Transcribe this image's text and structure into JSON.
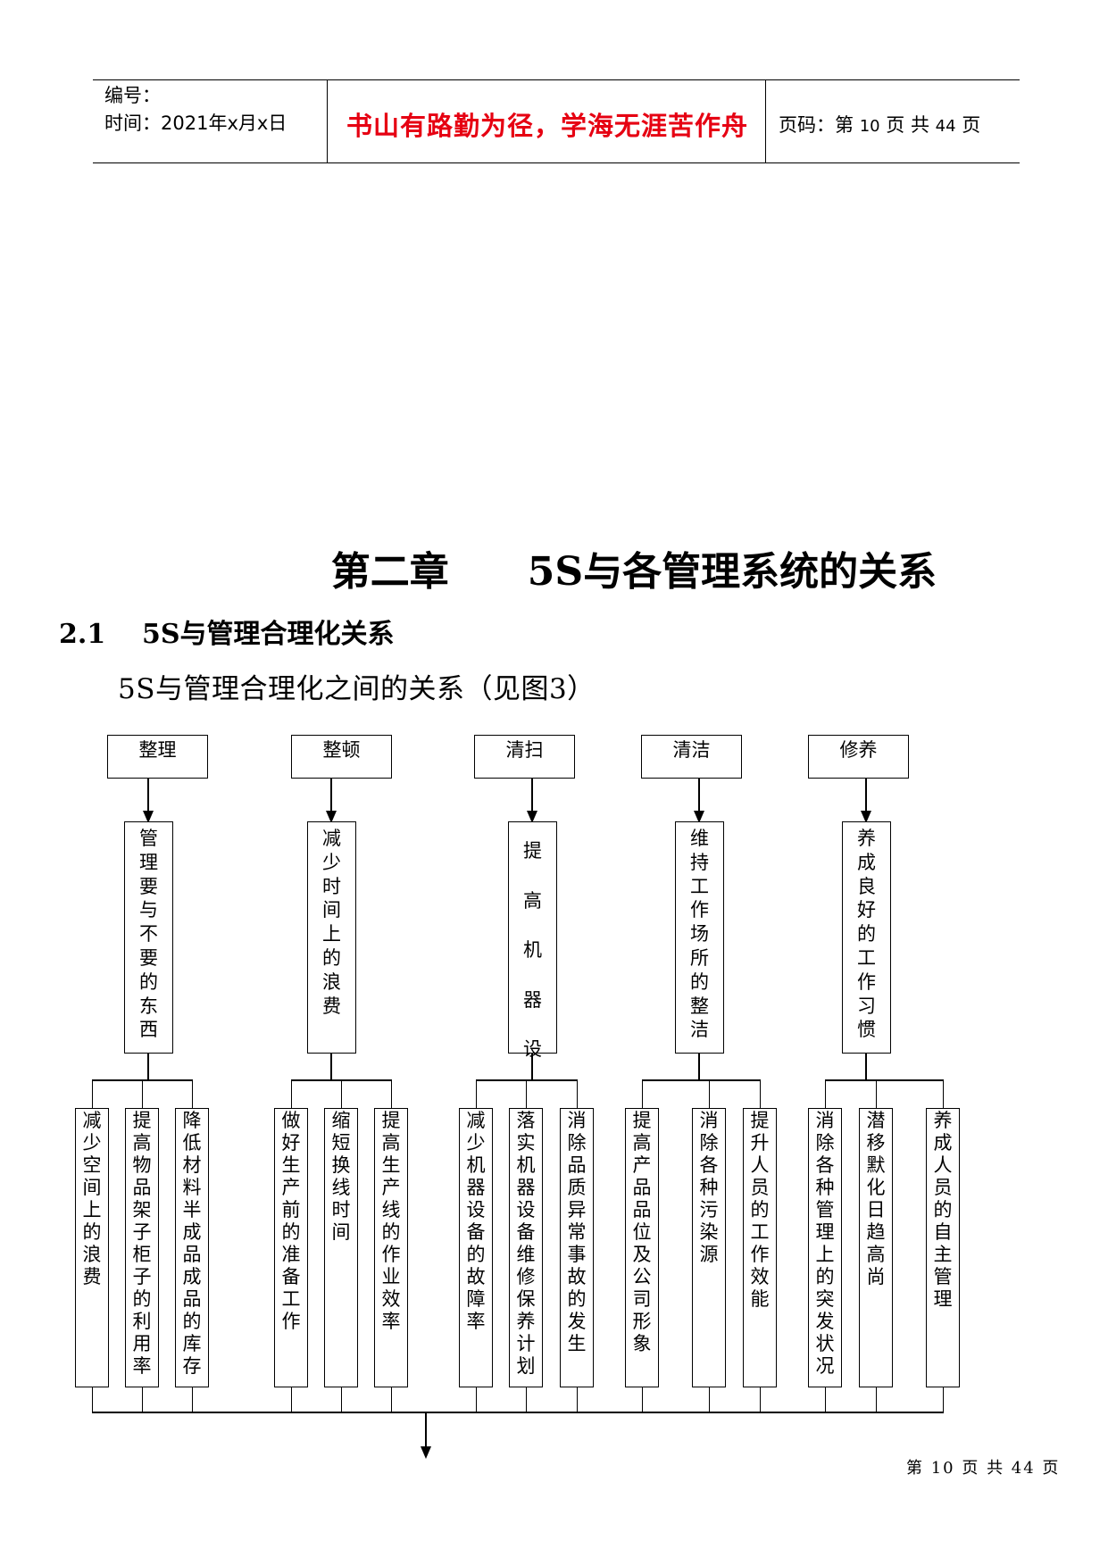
{
  "header": {
    "number_label": "编号：",
    "time_label": "时间：2021年x月x日",
    "motto": "书山有路勤为径，学海无涯苦作舟",
    "page_prefix": "页码：第",
    "page_num": "10",
    "page_mid": "页  共",
    "page_total": "44",
    "page_suffix": "页"
  },
  "chapter": {
    "label": "第二章",
    "title": "5S与各管理系统的关系"
  },
  "section": {
    "number": "2.1",
    "title": "5S与管理合理化关系"
  },
  "intro": "5S与管理合理化之间的关系（见图3）",
  "diagram": {
    "top": [
      "整理",
      "整顿",
      "清扫",
      "清洁",
      "修养"
    ],
    "middle": [
      "管理要与不要的东西",
      "减少时间上的浪费",
      "提高机器设",
      "维持工作场所的整洁",
      "养成良好的工作习惯"
    ],
    "bottom": [
      "减少空间上的浪费",
      "提高物品架子柜子的利用率",
      "降低材料半成品成品的库存",
      "做好生产前的准备工作",
      "缩短换线时间",
      "提高生产线的作业效率",
      "减少机器设备的故障率",
      "落实机器设备维修保养计划",
      "消除品质异常事故的发生",
      "提高产品品位及公司形象",
      "消除各种污染源",
      "提升人员的工作效能",
      "消除各种管理上的突发状况",
      "潜移默化日趋高尚",
      "养成人员的自主管理"
    ]
  },
  "footer": "第 10 页 共 44 页"
}
